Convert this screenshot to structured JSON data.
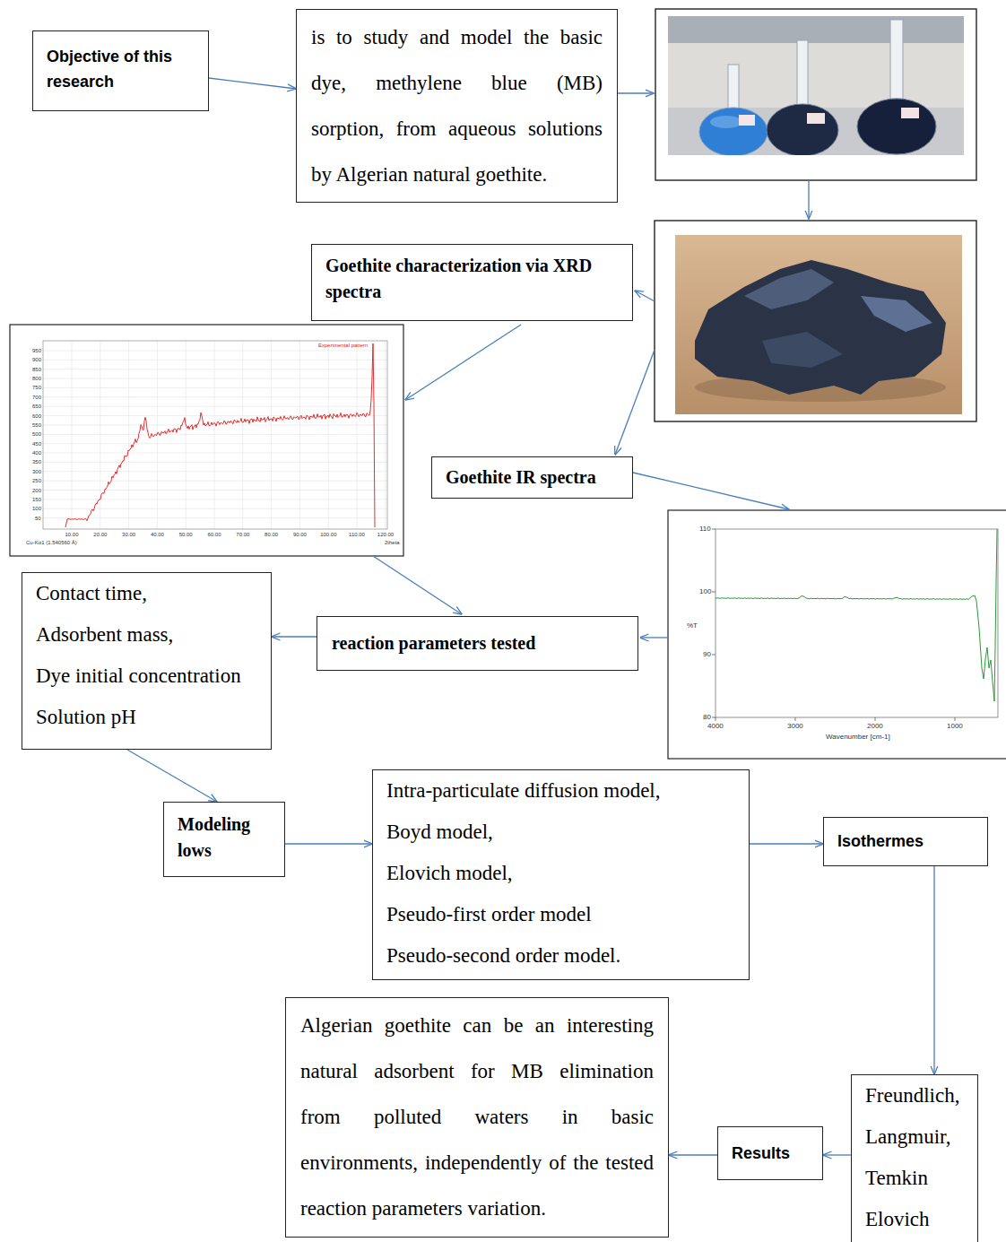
{
  "diagram": {
    "nodes": [
      {
        "text": [
          "Objective of this research"
        ]
      },
      {
        "text": [
          "is to study and model the basic dye, methylene blue (MB) sorption, from aqueous solutions by Algerian natural goethite."
        ]
      },
      {
        "text": [
          "Goethite characterization via XRD spectra"
        ]
      },
      {
        "text": [
          "Goethite IR spectra"
        ]
      },
      {
        "text": [
          "reaction parameters tested"
        ]
      },
      {
        "text": [
          "Contact time,",
          "Adsorbent mass,",
          "Dye initial concentration",
          "Solution pH"
        ]
      },
      {
        "text": [
          "Modeling lows"
        ]
      },
      {
        "text": [
          "Intra-particulate diffusion model,",
          "Boyd model,",
          "Elovich model,",
          "Pseudo-first order model",
          "Pseudo-second order model."
        ]
      },
      {
        "text": [
          "Isothermes"
        ]
      },
      {
        "text": [
          "Freundlich,",
          "Langmuir,",
          "Temkin",
          "Elovich"
        ]
      },
      {
        "text": [
          "Results"
        ]
      },
      {
        "text": [
          "Algerian goethite can be an interesting natural adsorbent for MB elimination from polluted waters in basic environments, independently of the tested reaction parameters variation."
        ]
      }
    ],
    "edges": [
      {
        "from": 0,
        "to": 1,
        "arrow": "to"
      },
      {
        "from": 4,
        "to": 5,
        "arrow": "to"
      },
      {
        "from": 5,
        "to": 6,
        "arrow": "to"
      },
      {
        "from": 6,
        "to": 7,
        "arrow": "to"
      },
      {
        "from": 7,
        "to": 8,
        "arrow": "to"
      },
      {
        "from": 8,
        "to": 9,
        "arrow": "to"
      },
      {
        "from": 9,
        "to": 10,
        "arrow": "to"
      },
      {
        "from": 10,
        "to": 11,
        "arrow": "to"
      }
    ],
    "labels": [
      "Experimental pattern",
      "950",
      "900",
      "850",
      "800",
      "750",
      "700",
      "650",
      "600",
      "550",
      "500",
      "450",
      "400",
      "350",
      "300",
      "250",
      "200",
      "150",
      "100",
      "50",
      "10.00",
      "20.00",
      "30.00",
      "40.00",
      "50.00",
      "60.00",
      "70.00",
      "80.00",
      "90.00",
      "100.00",
      "110.00",
      "120.00",
      "Cu-Kα1 (1.540560 Å)",
      "2theta",
      "110",
      "100",
      "90",
      "80",
      "%T",
      "4000",
      "3000",
      "2000",
      "1000",
      "Wavenumber [cm-1]"
    ]
  }
}
